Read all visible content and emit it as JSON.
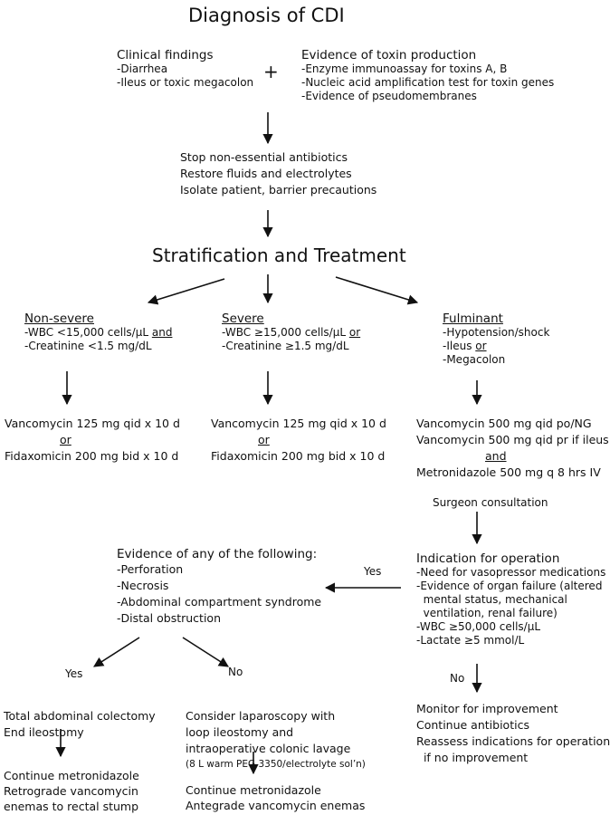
{
  "title": "Diagnosis of CDI",
  "clinical": {
    "heading": "Clinical findings",
    "items": [
      "-Diarrhea",
      "-Ileus or toxic megacolon"
    ]
  },
  "plus": "+",
  "toxin": {
    "heading": "Evidence of toxin production",
    "items": [
      "-Enzyme immunoassay for toxins A, B",
      "-Nucleic acid amplification test for toxin genes",
      "-Evidence of pseudomembranes"
    ]
  },
  "initial_steps": [
    "Stop non-essential antibiotics",
    "Restore fluids and electrolytes",
    "Isolate patient, barrier precautions"
  ],
  "stratification_title": "Stratification and Treatment",
  "nonsevere": {
    "heading": "Non-severe",
    "crit1_pre": "-WBC <15,000 cells/µL ",
    "crit1_conj": "and",
    "crit2": "-Creatinine <1.5 mg/dL",
    "treat1": "Vancomycin 125 mg qid x 10 d",
    "or": "or",
    "treat2": "Fidaxomicin 200 mg bid x 10 d"
  },
  "severe": {
    "heading": "Severe",
    "crit1_pre": "-WBC ≥15,000 cells/µL ",
    "crit1_conj": "or",
    "crit2": "-Creatinine ≥1.5 mg/dL",
    "treat1": "Vancomycin 125 mg qid x 10 d",
    "or": "or",
    "treat2": "Fidaxomicin 200 mg bid x 10 d"
  },
  "fulminant": {
    "heading": "Fulminant",
    "crit1": "-Hypotension/shock",
    "crit2_pre": "-Ileus ",
    "crit2_conj": "or",
    "crit3": "-Megacolon",
    "treat1": "Vancomycin 500 mg qid po/NG",
    "treat2": "Vancomycin 500 mg qid pr if ileus",
    "and": "and",
    "treat3": "Metronidazole 500 mg q 8 hrs IV"
  },
  "surgeon": "Surgeon consultation",
  "indication": {
    "heading": "Indication for operation",
    "items": [
      "-Need for vasopressor medications",
      "-Evidence of organ failure (altered",
      "  mental status, mechanical",
      "  ventilation, renal failure)",
      "-WBC ≥50,000 cells/µL",
      "-Lactate ≥5 mmol/L"
    ]
  },
  "yes_label": "Yes",
  "no_label": "No",
  "evidence": {
    "heading": "Evidence of any of the following:",
    "items": [
      "-Perforation",
      "-Necrosis",
      "-Abdominal compartment syndrome",
      "-Distal obstruction"
    ]
  },
  "colectomy": [
    "Total abdominal colectomy",
    "End ileostomy"
  ],
  "laparoscopy": [
    "Consider laparoscopy with",
    "loop ileostomy and",
    "intraoperative colonic lavage"
  ],
  "lavage_note": "(8 L warm PEG 3350/electrolyte sol’n)",
  "continue_left": [
    "Continue metronidazole",
    "Retrograde vancomycin",
    "enemas to rectal stump"
  ],
  "continue_mid": [
    "Continue metronidazole",
    "Antegrade vancomycin enemas"
  ],
  "monitor": [
    "Monitor for improvement",
    "Continue antibiotics",
    "Reassess indications for operation",
    "  if no improvement"
  ]
}
